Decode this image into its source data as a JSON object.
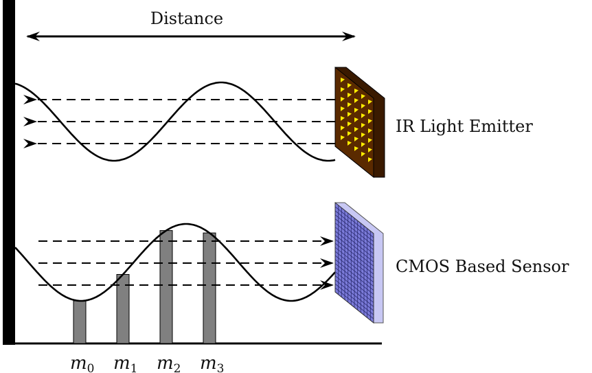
{
  "distance_label": "Distance",
  "emitter_label": "IR Light Emitter",
  "sensor_label": "CMOS Based Sensor",
  "samples": [
    {
      "base": "m",
      "index": "0"
    },
    {
      "base": "m",
      "index": "1"
    },
    {
      "base": "m",
      "index": "2"
    },
    {
      "base": "m",
      "index": "3"
    }
  ],
  "colors": {
    "wall": "#000000",
    "emitter_face": "#5a2a00",
    "emitter_side": "#3a1a00",
    "led": "#ffee00",
    "sensor_face": "#7b7bd9",
    "sensor_side": "#c8c8f4",
    "sensor_grid": "#2a2a6e",
    "sample_bar": "#808080"
  }
}
